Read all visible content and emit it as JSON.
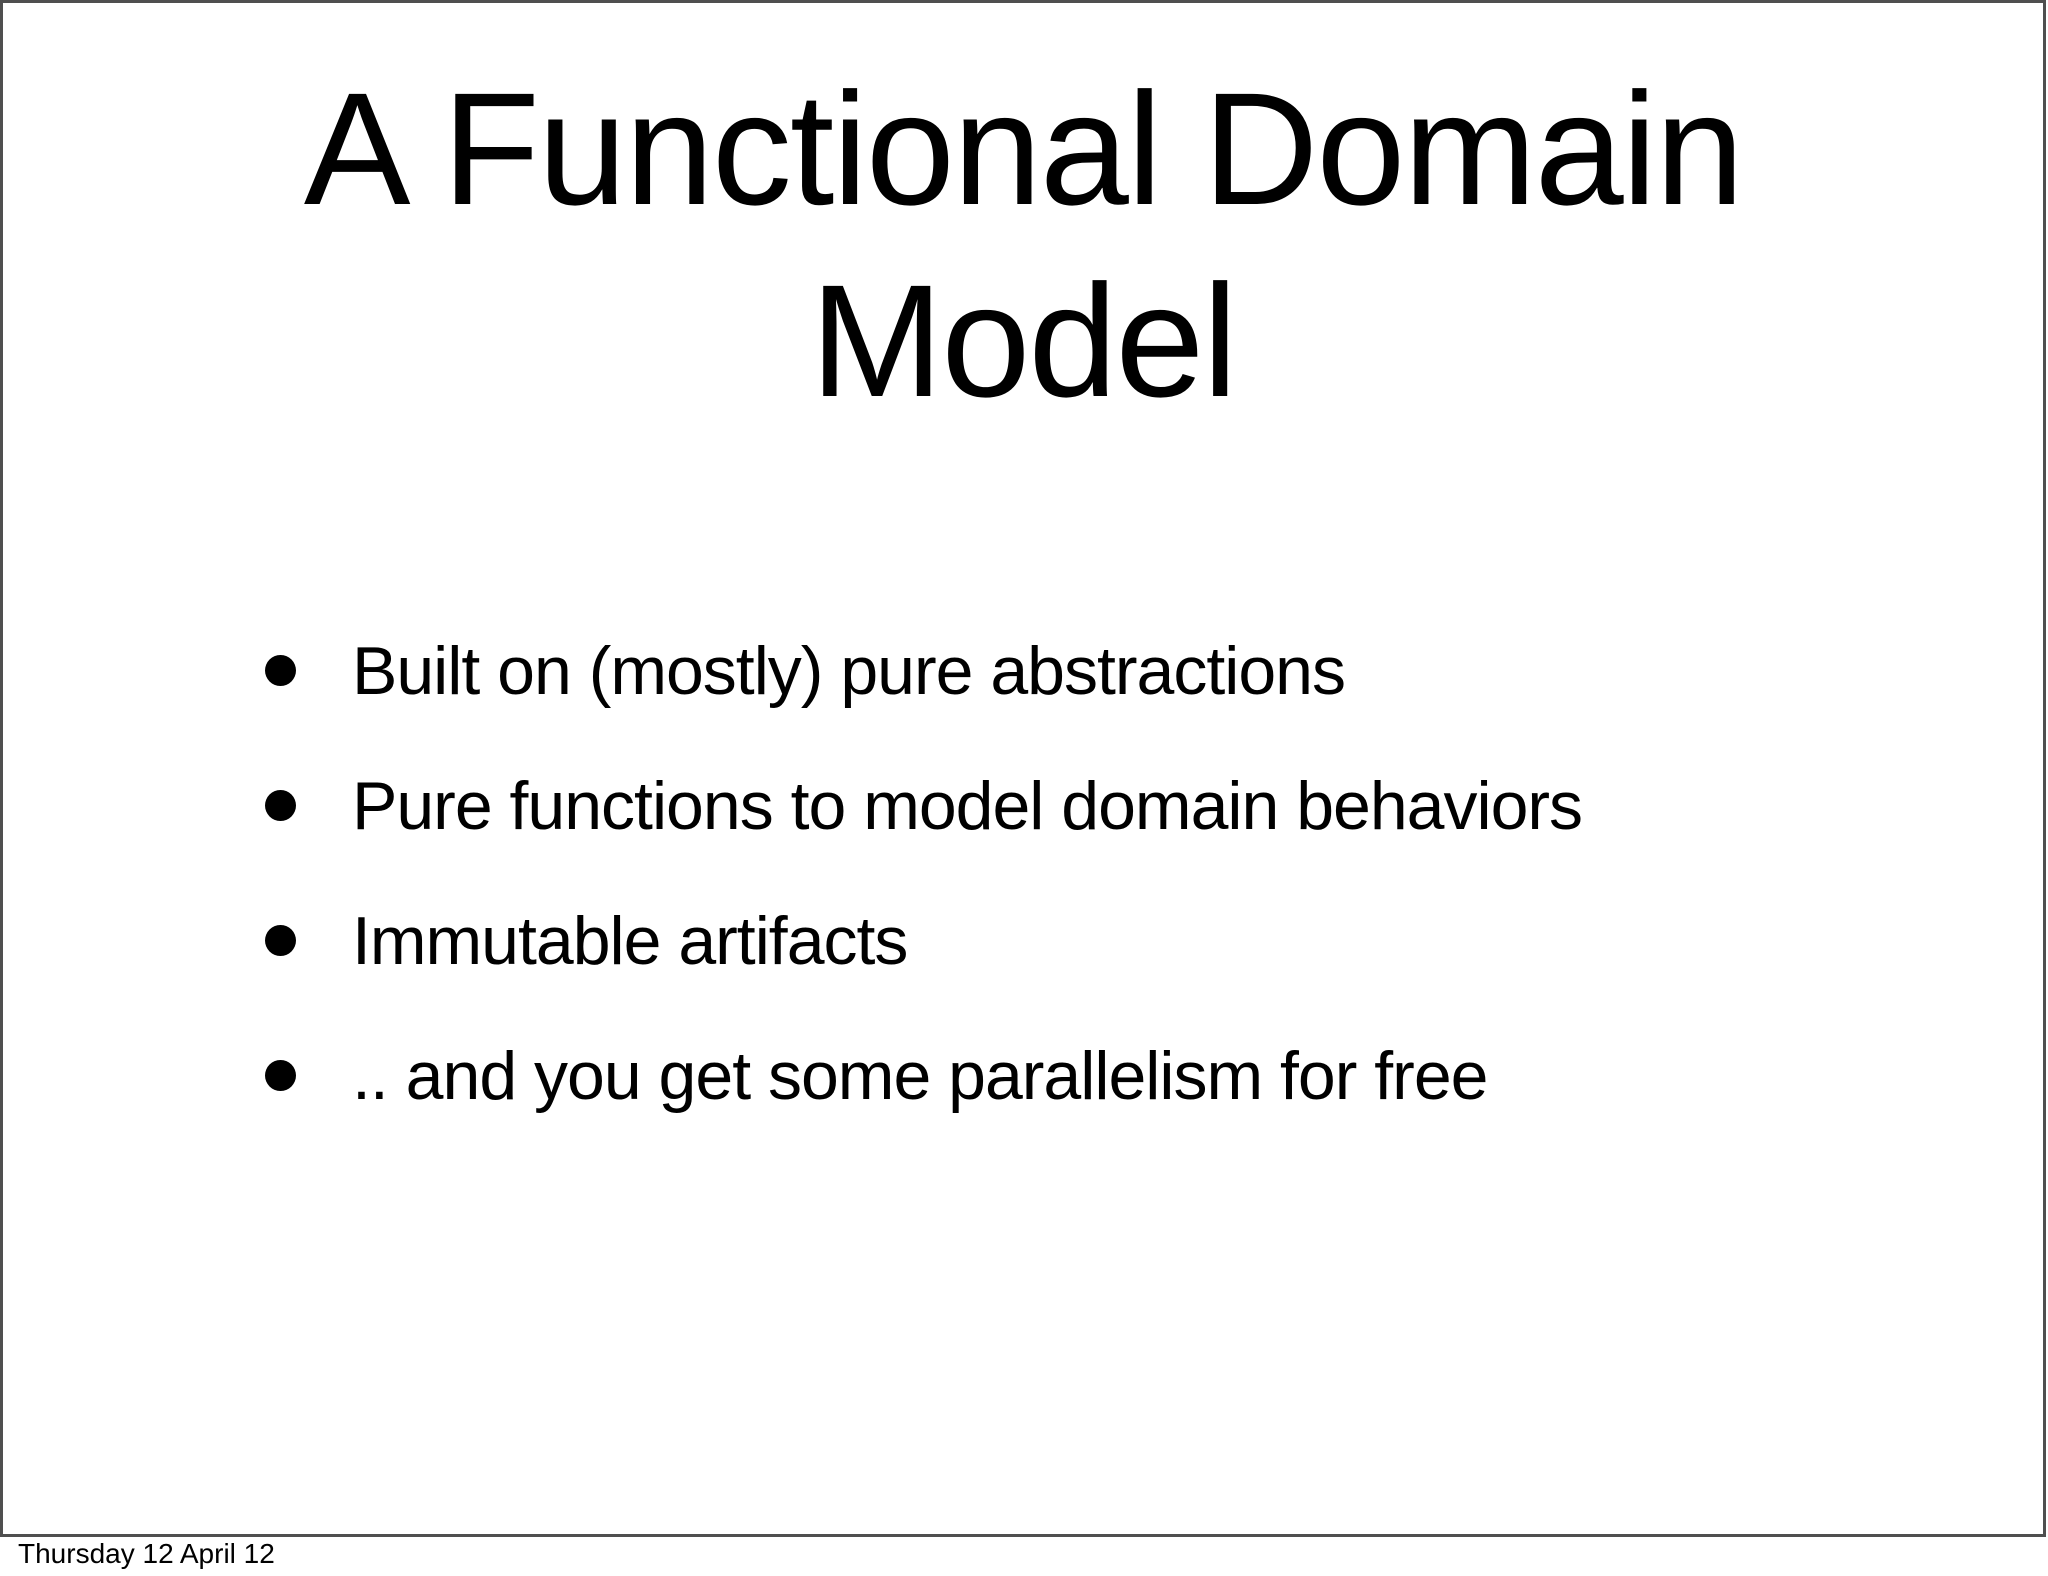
{
  "slide": {
    "title_lines": [
      "A Functional Domain",
      "Model"
    ],
    "bullets": [
      "Built on (mostly) pure abstractions",
      "Pure functions to model domain behaviors",
      "Immutable artifacts",
      ".. and you get some parallelism for free"
    ]
  },
  "footer": {
    "date": "Thursday 12 April 12"
  },
  "colors": {
    "background": "#ffffff",
    "text": "#000000",
    "slide_border": "#4f4f4f",
    "bullet_dot": "#000000"
  }
}
